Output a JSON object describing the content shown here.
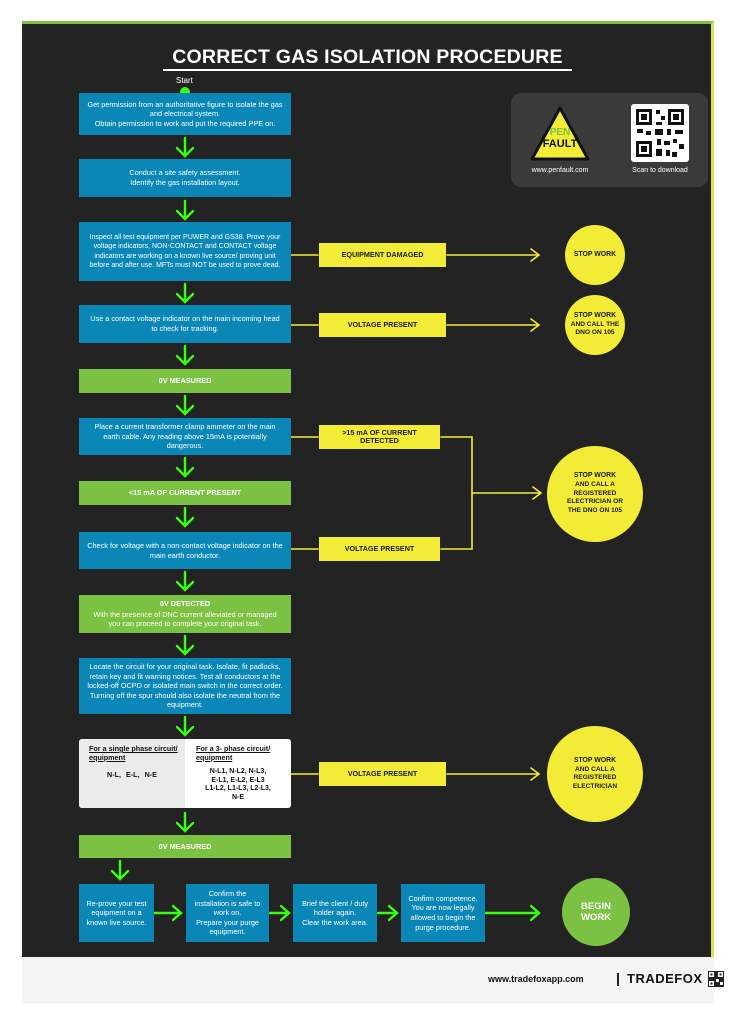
{
  "title": "CORRECT GAS ISOLATION PROCEDURE",
  "start_label": "Start",
  "steps": [
    "Get permission from an authoritative figure to isolate the gas and electrical system.\nObtain permission to work and put the required PPE on.",
    "Conduct a site safety assessment.\nIdentify the gas installation layout.",
    "Inspect all test equipment per PUWER and GS38. Prove your voltage indicators, NON-CONTACT and CONTACT voltage indicators are working on a known live source/ proving unit before and after use. MFTs must NOT be used to prove dead.",
    "Use a contact voltage indicator on the main incoming head to check for tracking.",
    "Place a current transformer clamp ammeter on the main earth cable. Any reading above 15mA is potentially dangerous.",
    "Check for voltage with a non-contact voltage indicator on the main earth conductor.",
    "Locate the circuit for your original task. Isolate, fit padlocks, retain key and fit warning notices. Test all conductors at the locked-off OCPD or isolated main switch in the correct order. Turning off the spur should also isolate the neutral from the equipment."
  ],
  "results": {
    "zero_v_1": "0V MEASURED",
    "under_15ma": "<15 mA OF CURRENT PRESENT",
    "ov_detected_title": "0V DETECTED",
    "ov_detected_body": "With the presence of DNC current alleviated or managed you can proceed to complete your original task.",
    "zero_v_2": "0V MEASURED"
  },
  "conditions": {
    "equipment_damaged": "EQUIPMENT DAMAGED",
    "voltage_present_1": "VOLTAGE PRESENT",
    "over_15ma": ">15 mA OF CURRENT\nDETECTED",
    "voltage_present_2": "VOLTAGE PRESENT",
    "voltage_present_3": "VOLTAGE PRESENT"
  },
  "outcomes": {
    "stop_1_title": "STOP WORK",
    "stop_2_title": "STOP WORK",
    "stop_2_body": "AND CALL THE\nDNO ON 105",
    "stop_3_title": "STOP WORK",
    "stop_3_body": "AND CALL A\nREGISTERED\nELECTRICIAN OR\nTHE DNO ON 105",
    "stop_4_title": "STOP WORK",
    "stop_4_body": "AND CALL A\nREGISTERED\nELECTRICIAN",
    "begin": "BEGIN\nWORK"
  },
  "phase_table": {
    "single_heading": "For a single phase circuit/\nequipment",
    "single_values": "N-L,  E-L,  N-E",
    "three_heading": "For a 3- phase circuit/\nequipment",
    "three_values": "N-L1, N-L2, N-L3,\nE-L1, E-L2, E-L3\nL1-L2, L1-L3, L2-L3,\nN-E"
  },
  "final_steps": [
    "Re-prove your test equipment on a known live source.",
    "Confirm the installation is safe to work on.\nPrepare your purge equipment.",
    "Brief the client / duty holder again.\nClear the work area.",
    "Confirm competence.\nYou are now legally allowed to begin the purge procedure."
  ],
  "logo": {
    "brand_line1": "PEN",
    "brand_line2": "FAULT",
    "url": "www.penfault.com",
    "qr_label": "Scan to download"
  },
  "footer": {
    "url": "www.tradefoxapp.com",
    "brand": "TRADEFOX"
  },
  "colors": {
    "background": "#232323",
    "step_blue": "#0a87b6",
    "result_green": "#7bc142",
    "warning_yellow": "#f2ec36",
    "arrow_green": "#39ff14"
  }
}
